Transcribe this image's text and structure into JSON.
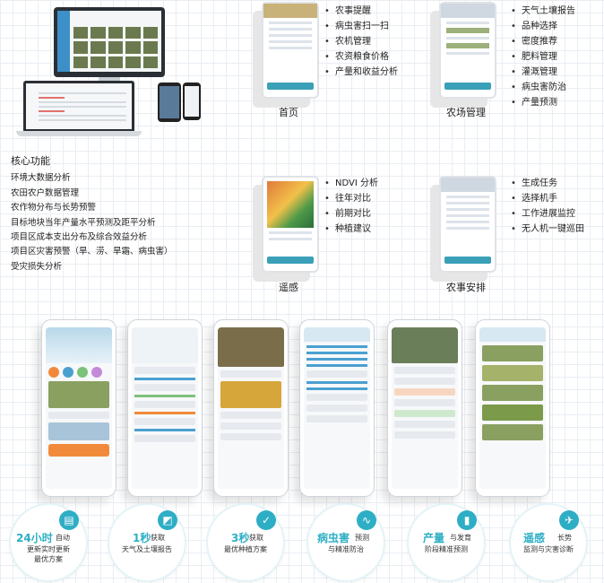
{
  "sections": {
    "home": {
      "caption": "首页",
      "features": [
        "农事提醒",
        "病虫害扫一扫",
        "农机管理",
        "农资粮食价格",
        "产量和收益分析"
      ]
    },
    "farm": {
      "caption": "农场管理",
      "features": [
        "天气土壤报告",
        "品种选择",
        "密度推荐",
        "肥料管理",
        "灌溉管理",
        "病虫害防治",
        "产量预测"
      ]
    },
    "remote": {
      "caption": "遥感",
      "features": [
        "NDVI 分析",
        "往年对比",
        "前期对比",
        "种植建议"
      ]
    },
    "schedule": {
      "caption": "农事安排",
      "features": [
        "生成任务",
        "选择机手",
        "工作进展监控",
        "无人机一键巡田"
      ]
    }
  },
  "core": {
    "title": "核心功能",
    "items": [
      "环境大数据分析",
      "农田农户数据管理",
      "农作物分布与长势预警",
      "目标地块当年产量水平预测及距平分析",
      "项目区成本支出分布及综合效益分析",
      "项目区灾害预警（旱、涝、旱霜、病虫害）",
      "受灾损失分析"
    ]
  },
  "badges": [
    {
      "big": "24小时",
      "small": "自动",
      "line2": "更新实时更新",
      "line3": "最优方案",
      "icon": "document-icon"
    },
    {
      "big": "1秒",
      "small": "获取",
      "line2": "天气及土壤报告",
      "line3": "",
      "icon": "chart-icon"
    },
    {
      "big": "3秒",
      "small": "获取",
      "line2": "最优种植方案",
      "line3": "",
      "icon": "checklist-icon"
    },
    {
      "big": "病虫害",
      "small": "预测",
      "line2": "与精准防治",
      "line3": "",
      "icon": "wave-icon"
    },
    {
      "big": "产量",
      "small": "与发育",
      "line2": "阶段精准预测",
      "line3": "",
      "icon": "bar-chart-icon"
    },
    {
      "big": "遥感",
      "small": "长势",
      "line2": "监测与灾害诊断",
      "line3": "",
      "icon": "drone-icon"
    }
  ],
  "colors": {
    "accent": "#2eaec5",
    "orange": "#f08a3a",
    "field": "#8aa060"
  }
}
